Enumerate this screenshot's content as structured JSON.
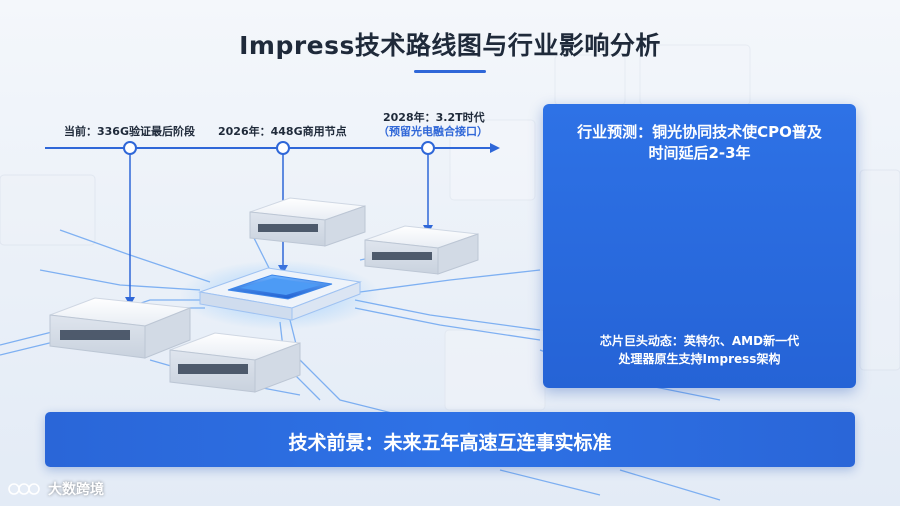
{
  "title": "Impress技术路线图与行业影响分析",
  "timeline": {
    "milestones": [
      {
        "label": "当前：336G验证最后阶段"
      },
      {
        "label": "2026年：448G商用节点"
      },
      {
        "label": "2028年：3.2T时代",
        "sublabel": "（预留光电融合接口）"
      }
    ]
  },
  "panel": {
    "heading_line1": "行业预测：铜光协同技术使CPO普及",
    "heading_line2": "时间延后2-3年",
    "news_line1": "芯片巨头动态：英特尔、AMD新一代",
    "news_line2": "处理器原生支持Impress架构"
  },
  "banner": {
    "text": "技术前景：未来五年高速互连事实标准"
  },
  "brand": {
    "name": "大数跨境"
  },
  "colors": {
    "accent": "#2f67d8",
    "panel": "#2e72e6",
    "circuit": "#5b9bf0"
  }
}
